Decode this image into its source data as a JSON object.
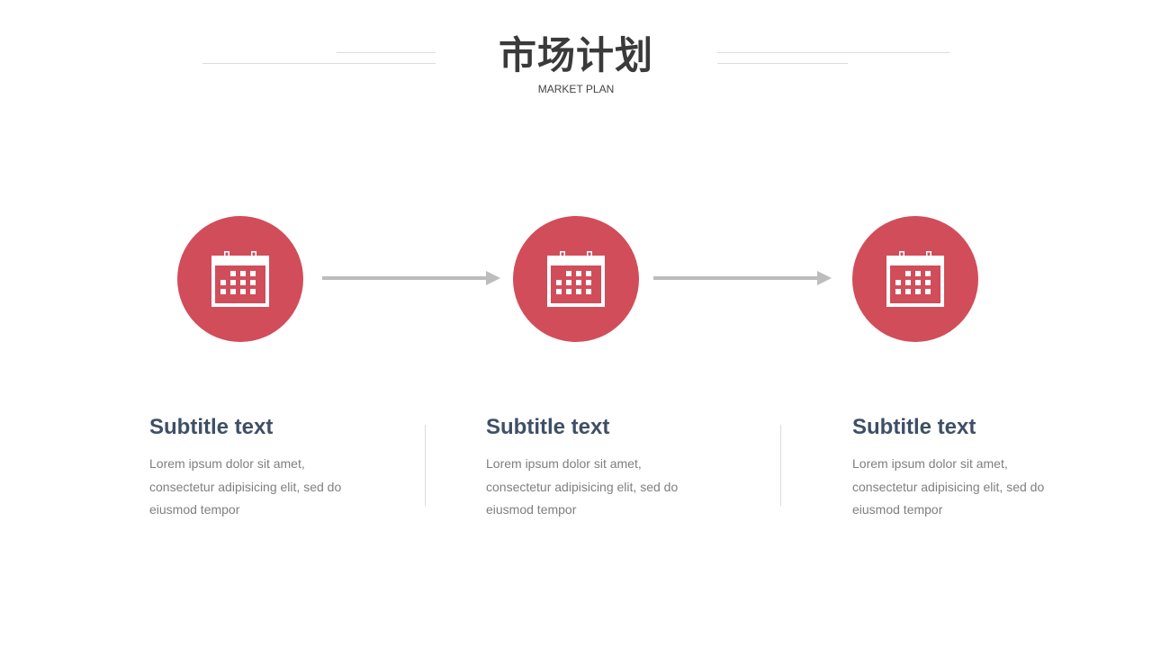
{
  "header": {
    "title": "市场计划",
    "subtitle": "MARKET PLAN"
  },
  "colors": {
    "accent": "#d14d5a",
    "arrow": "#bdbdbd",
    "card_title": "#3e4f66",
    "card_body": "#7f7f7f"
  },
  "steps": [
    {
      "icon": "calendar-icon"
    },
    {
      "icon": "calendar-icon"
    },
    {
      "icon": "calendar-icon"
    }
  ],
  "cards": [
    {
      "title": "Subtitle text",
      "body_lines": [
        "Lorem ipsum dolor sit amet,",
        "consectetur adipisicing elit, sed do",
        "eiusmod tempor"
      ]
    },
    {
      "title": "Subtitle text",
      "body_lines": [
        "Lorem ipsum dolor sit amet,",
        "consectetur adipisicing elit, sed do",
        "eiusmod tempor"
      ]
    },
    {
      "title": "Subtitle text",
      "body_lines": [
        "Lorem ipsum dolor sit amet,",
        "consectetur adipisicing elit, sed do",
        "eiusmod tempor"
      ]
    }
  ]
}
